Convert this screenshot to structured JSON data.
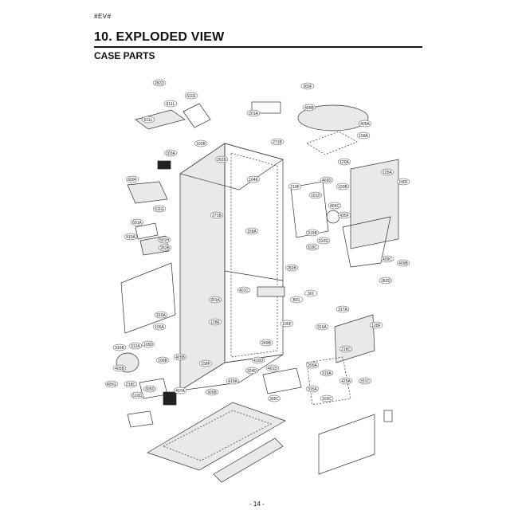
{
  "header": {
    "code": "#EV#"
  },
  "title": "10. EXPLODED VIEW",
  "subtitle": "CASE PARTS",
  "footer": "- 14 -",
  "callouts": [
    {
      "id": "c01",
      "label": "282D"
    },
    {
      "id": "c02",
      "label": "309F"
    },
    {
      "id": "c03",
      "label": "611E"
    },
    {
      "id": "c04",
      "label": "611L"
    },
    {
      "id": "c05",
      "label": "409B"
    },
    {
      "id": "c06",
      "label": "201A"
    },
    {
      "id": "c07",
      "label": "611L"
    },
    {
      "id": "c08",
      "label": "405A"
    },
    {
      "id": "c09",
      "label": "102B"
    },
    {
      "id": "c10",
      "label": "103A"
    },
    {
      "id": "c11",
      "label": "271B"
    },
    {
      "id": "c12",
      "label": "158A"
    },
    {
      "id": "c13",
      "label": "262B"
    },
    {
      "id": "c14",
      "label": "120A"
    },
    {
      "id": "c15",
      "label": "105A"
    },
    {
      "id": "c16",
      "label": "249F"
    },
    {
      "id": "c17",
      "label": "609F"
    },
    {
      "id": "c18",
      "label": "104E"
    },
    {
      "id": "c19",
      "label": "219F"
    },
    {
      "id": "c20",
      "label": "409D"
    },
    {
      "id": "c21",
      "label": "120B"
    },
    {
      "id": "c22",
      "label": "271B"
    },
    {
      "id": "c23",
      "label": "101D"
    },
    {
      "id": "c24",
      "label": "405C"
    },
    {
      "id": "c25",
      "label": "435F"
    },
    {
      "id": "c26",
      "label": "611G"
    },
    {
      "id": "c27",
      "label": "601A"
    },
    {
      "id": "c28",
      "label": "410A"
    },
    {
      "id": "c29",
      "label": "501H"
    },
    {
      "id": "c30",
      "label": "319B"
    },
    {
      "id": "c31",
      "label": "310G"
    },
    {
      "id": "c32",
      "label": "318C"
    },
    {
      "id": "c33",
      "label": "262B"
    },
    {
      "id": "c34",
      "label": "158A"
    },
    {
      "id": "c35",
      "label": "282B"
    },
    {
      "id": "c36",
      "label": "409C"
    },
    {
      "id": "c37",
      "label": "409B"
    },
    {
      "id": "c38",
      "label": "301"
    },
    {
      "id": "c39",
      "label": "B01"
    },
    {
      "id": "c40",
      "label": "282D"
    },
    {
      "id": "c41",
      "label": "301A"
    },
    {
      "id": "c42",
      "label": "401C"
    },
    {
      "id": "c43",
      "label": "316A"
    },
    {
      "id": "c44",
      "label": "317A"
    },
    {
      "id": "c45",
      "label": "128F"
    },
    {
      "id": "c46",
      "label": "128E"
    },
    {
      "id": "c47",
      "label": "105F"
    },
    {
      "id": "c48",
      "label": "316A"
    },
    {
      "id": "c49",
      "label": "106A"
    },
    {
      "id": "c50",
      "label": "218C"
    },
    {
      "id": "c51",
      "label": "316B"
    },
    {
      "id": "c52",
      "label": "312A"
    },
    {
      "id": "c53",
      "label": "105D"
    },
    {
      "id": "c54",
      "label": "249B"
    },
    {
      "id": "c55",
      "label": "405B"
    },
    {
      "id": "c56",
      "label": "410D"
    },
    {
      "id": "c57",
      "label": "405B"
    },
    {
      "id": "c58",
      "label": "106B"
    },
    {
      "id": "c59",
      "label": "324D"
    },
    {
      "id": "c60",
      "label": "158F"
    },
    {
      "id": "c61",
      "label": "209A"
    },
    {
      "id": "c62",
      "label": "401D"
    },
    {
      "id": "c63",
      "label": "319A"
    },
    {
      "id": "c64",
      "label": "419A"
    },
    {
      "id": "c65",
      "label": "425A"
    },
    {
      "id": "c66",
      "label": "331C"
    },
    {
      "id": "c67",
      "label": "405G"
    },
    {
      "id": "c68",
      "label": "218C"
    },
    {
      "id": "c69",
      "label": "305D"
    },
    {
      "id": "c70",
      "label": "315A"
    },
    {
      "id": "c71",
      "label": "407A"
    },
    {
      "id": "c72",
      "label": "305B"
    },
    {
      "id": "c73",
      "label": "305C"
    },
    {
      "id": "c74",
      "label": "103C"
    },
    {
      "id": "c75",
      "label": "610D"
    }
  ]
}
